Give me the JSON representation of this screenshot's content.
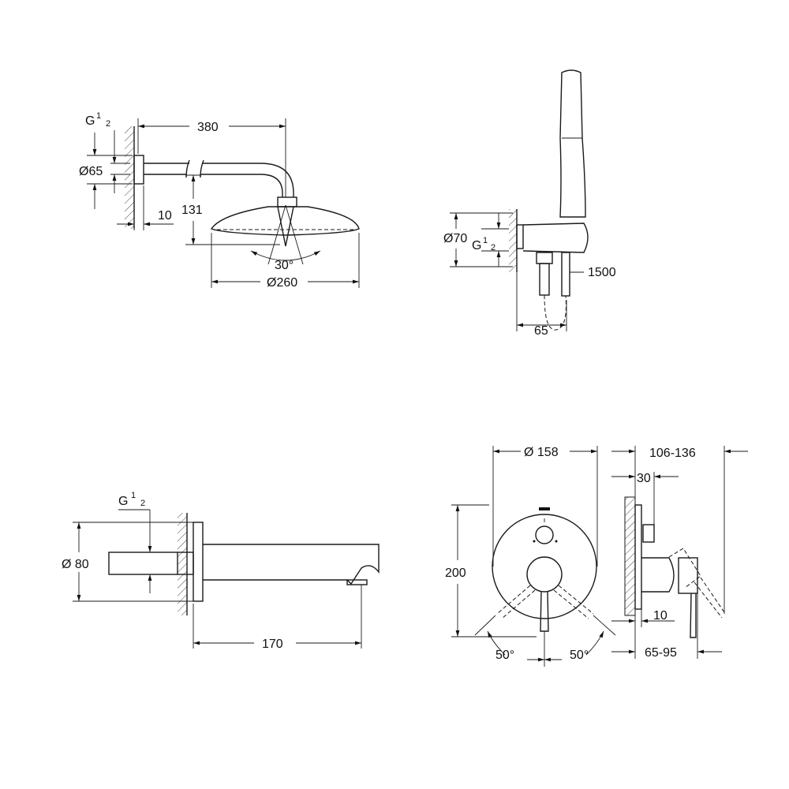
{
  "rain_shower": {
    "thread": "G",
    "thread_num": "1",
    "thread_den": "2",
    "arm_length": "380",
    "flange_dia": "Ø65",
    "flange_depth": "10",
    "height": "131",
    "angle": "30°",
    "head_dia": "Ø260"
  },
  "hand_shower": {
    "flange_dia": "Ø70",
    "thread": "G",
    "thread_num": "1",
    "thread_den": "2",
    "hose_length": "1500",
    "depth": "65"
  },
  "spout": {
    "thread": "G",
    "thread_num": "1",
    "thread_den": "2",
    "flange_dia": "Ø 80",
    "length": "170"
  },
  "mixer": {
    "plate_dia": "Ø 158",
    "projection": "106-136",
    "plate_offset": "30",
    "height": "200",
    "plate_depth": "10",
    "angle_left": "50°",
    "angle_right": "50°",
    "install_depth": "65-95"
  }
}
